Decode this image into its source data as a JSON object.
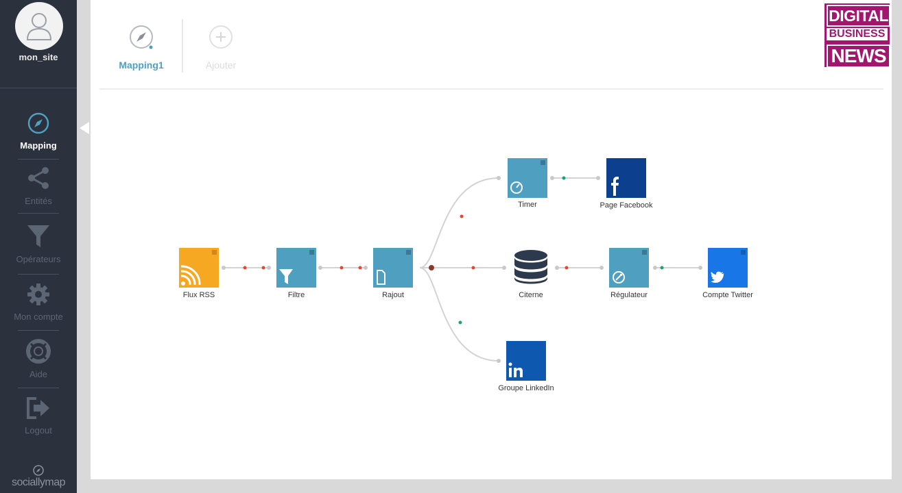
{
  "user": {
    "name": "mon_site"
  },
  "sidebar": {
    "items": [
      {
        "label": "Mapping",
        "icon": "compass-icon",
        "active": true
      },
      {
        "label": "Entités",
        "icon": "share-icon"
      },
      {
        "label": "Opérateurs",
        "icon": "funnel-icon"
      },
      {
        "label": "Mon compte",
        "icon": "gear-icon"
      },
      {
        "label": "Aide",
        "icon": "lifebuoy-icon"
      },
      {
        "label": "Logout",
        "icon": "logout-icon"
      }
    ],
    "footer": {
      "brand": "sociallymap"
    }
  },
  "tabs": [
    {
      "label": "Mapping1",
      "icon": "compass-icon",
      "active": true
    },
    {
      "label": "Ajouter",
      "icon": "plus-circle-icon"
    }
  ],
  "watermark": {
    "line1": "DIGITAL",
    "line2": "BUSINESS",
    "line3": "NEWS"
  },
  "flow": {
    "nodes": [
      {
        "label": "Flux RSS",
        "icon": "rss-icon",
        "color": "#f7a823"
      },
      {
        "label": "Filtre",
        "icon": "funnel-icon",
        "color": "#4e9fc0"
      },
      {
        "label": "Rajout",
        "icon": "document-icon",
        "color": "#4e9fc0"
      },
      {
        "label": "Timer",
        "icon": "clock-icon",
        "color": "#4e9fc0"
      },
      {
        "label": "Page Facebook",
        "icon": "facebook-icon",
        "color": "#0c3f8e"
      },
      {
        "label": "Citerne",
        "icon": "database-icon",
        "color": "#2d3a4d"
      },
      {
        "label": "Régulateur",
        "icon": "regulator-icon",
        "color": "#4e9fc0"
      },
      {
        "label": "Compte Twitter",
        "icon": "twitter-icon",
        "color": "#1876e6"
      },
      {
        "label": "Groupe LinkedIn",
        "icon": "linkedin-icon",
        "color": "#0e58b0"
      }
    ]
  },
  "colors": {
    "accent": "#4e9fc0",
    "sidebar_bg": "#2b323d",
    "connector_red": "#e8462d",
    "connector_green": "#1aa37a",
    "watermark": "#a3166e"
  }
}
